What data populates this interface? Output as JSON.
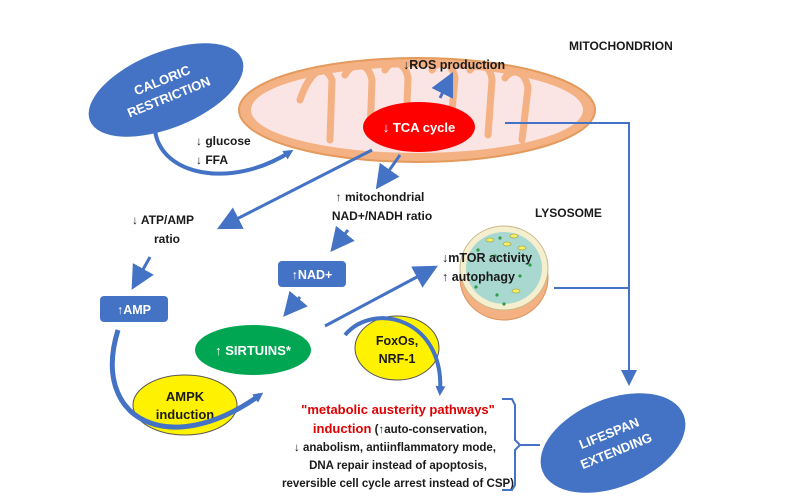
{
  "colors": {
    "arrow_blue": "#4472C4",
    "ellipse_blue": "#4472C4",
    "tca_red": "#FF0000",
    "sirtuins_green": "#00A651",
    "yellow": "#FFF200",
    "mito_outer": "#F4B183",
    "mito_inner": "#FBE4E4",
    "lysosome_fill": "#A8D8D0",
    "title_red": "#E00000",
    "text": "#1a1a1a"
  },
  "labels": {
    "mitochondrion": "MITOCHONDRION",
    "lysosome": "LYSOSOME"
  },
  "nodes": {
    "caloric_restriction": [
      "CALORIC",
      "RESTRICTION"
    ],
    "tca_cycle": "↓ TCA cycle",
    "ros_production": "↓ROS production",
    "glucose": "↓ glucose",
    "ffa": "↓ FFA",
    "atp_amp": [
      "↓ ATP/AMP",
      "ratio"
    ],
    "nad_ratio": [
      "↑ mitochondrial",
      "NAD+/NADH ratio"
    ],
    "amp": "↑AMP",
    "nad": "↑NAD+",
    "mtor": "↓mTOR activity",
    "autophagy": "↑ autophagy",
    "sirtuins": "↑ SIRTUINS*",
    "foxos": [
      "FoxOs,",
      "NRF-1"
    ],
    "ampk": [
      "AMPK",
      "induction"
    ],
    "lifespan": [
      "LIFESPAN",
      "EXTENDING"
    ]
  },
  "pathways": {
    "title_line1": "\"metabolic austerity pathways\"",
    "title_line2_red": "induction",
    "title_line2_black": " (↑auto-conservation,",
    "line3": "↓ anabolism,  antiinflammatory  mode,",
    "line4": "DNA repair instead of apoptosis,",
    "line5": "reversible cell cycle arrest instead of CSP)"
  }
}
